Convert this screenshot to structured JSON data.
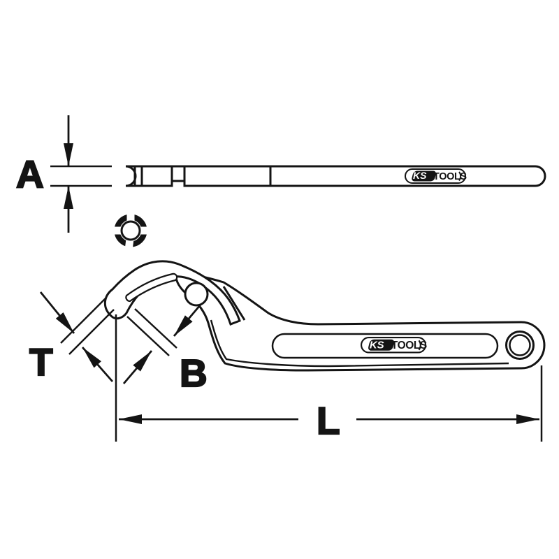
{
  "drawing": {
    "description": "Technical line drawing of a flexible hook wrench shown in side profile and front view with dimension callouts",
    "line_color": "#141414",
    "background_color": "#ffffff"
  },
  "brand": {
    "ks": "KS",
    "tools": "TOOLS"
  },
  "dimension_labels": {
    "thickness_a": "A",
    "tip_t": "T",
    "jaw_b": "B",
    "length_l": "L"
  },
  "icons": {
    "spline_profile": "slotted-ring-nut-profile",
    "arrowheads": "filled-triangle-dimension-arrows"
  }
}
